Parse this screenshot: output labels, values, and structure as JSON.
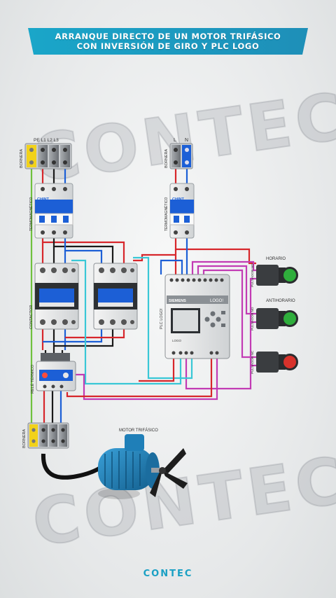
{
  "header": {
    "title_line1": "ARRANQUE DIRECTO DE UN MOTOR TRIFÁSICO",
    "title_line2": "CON INVERSIÓN DE GIRO Y PLC LOGO"
  },
  "watermark": {
    "text": "CONTEC"
  },
  "power": {
    "terminal_label": "BORNERA",
    "phases_label": "PE L1 L2 L3",
    "breaker_label": "TERMOMAGNÉTICO",
    "breaker_brand": "CHINT",
    "contactor_label": "CONTACTOR",
    "thermal_label": "RELÉ TÉRMICO",
    "motor_terminal_label": "BORNERA",
    "motor_label": "MOTOR TRIFÁSICO"
  },
  "control": {
    "terminal_label": "BORNERA",
    "l_label": "L",
    "n_label": "N",
    "breaker_label": "TERMOMAGNÉTICO",
    "breaker_brand": "CHINT"
  },
  "plc": {
    "brand": "SIEMENS",
    "model": "LOGO!",
    "side_label": "PLC LOGO!",
    "sub_label": "LOGO"
  },
  "buttons": [
    {
      "top_label": "HORARIO",
      "side_label": "PULSADOR NO",
      "color": "#2fae3c"
    },
    {
      "top_label": "ANTIHORARIO",
      "side_label": "PULSADOR NO",
      "color": "#2fae3c"
    },
    {
      "top_label": "",
      "side_label": "PULSADOR NC",
      "color": "#d8322b"
    }
  ],
  "colors": {
    "accent": "#1aa6c9",
    "wire_red": "#d7262b",
    "wire_black": "#1a1a1a",
    "wire_blue": "#1c5fd6",
    "wire_green": "#6fc13e",
    "wire_cyan": "#39c7d6",
    "wire_magenta": "#c23bb4",
    "motor_blue": "#1f7fb8"
  },
  "footer": {
    "logo_text": "CONTEC"
  }
}
